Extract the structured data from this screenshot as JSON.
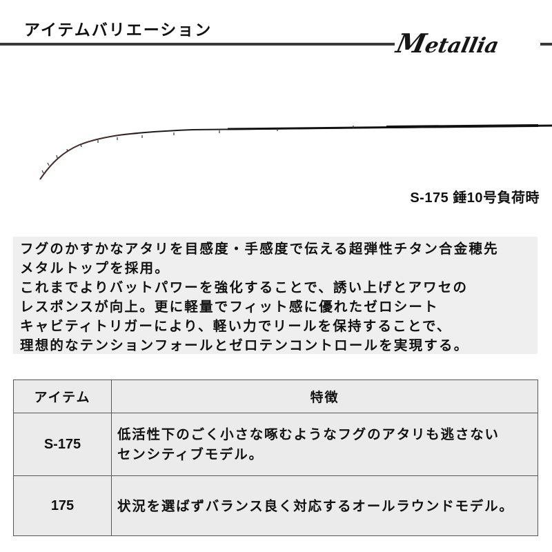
{
  "header": {
    "title": "アイテムバリエーション",
    "brand_logo_first": "M",
    "brand_logo_rest": "etallia",
    "rule_color": "#3a3a3a"
  },
  "rod_image": {
    "icon": "bent-fishing-rod-icon",
    "caption": "S-175 錘10号負荷時"
  },
  "description": {
    "background": "#efefef",
    "lines": [
      "フグのかすかなアタリを目感度・手感度で伝える超弾性チタン合金穂先",
      "メタルトップを採用。",
      "これまでよりバットパワーを強化することで、誘い上げとアワセの",
      "レスポンスが向上。更に軽量でフィット感に優れたゼロシート",
      "キャビティトリガーにより、軽い力でリールを保持することで、",
      "理想的なテンションフォールとゼロテンコントロールを実現する。"
    ]
  },
  "table": {
    "columns": [
      "アイテム",
      "特徴"
    ],
    "rows": [
      {
        "item": "S-175",
        "feature_lines": [
          "低活性下のごく小さな啄むようなフグのアタリも逃さない",
          "センシティブモデル。"
        ]
      },
      {
        "item": "175",
        "feature_lines": [
          "状況を選ばずバランス良く対応するオールラウンドモデル。"
        ]
      }
    ]
  }
}
